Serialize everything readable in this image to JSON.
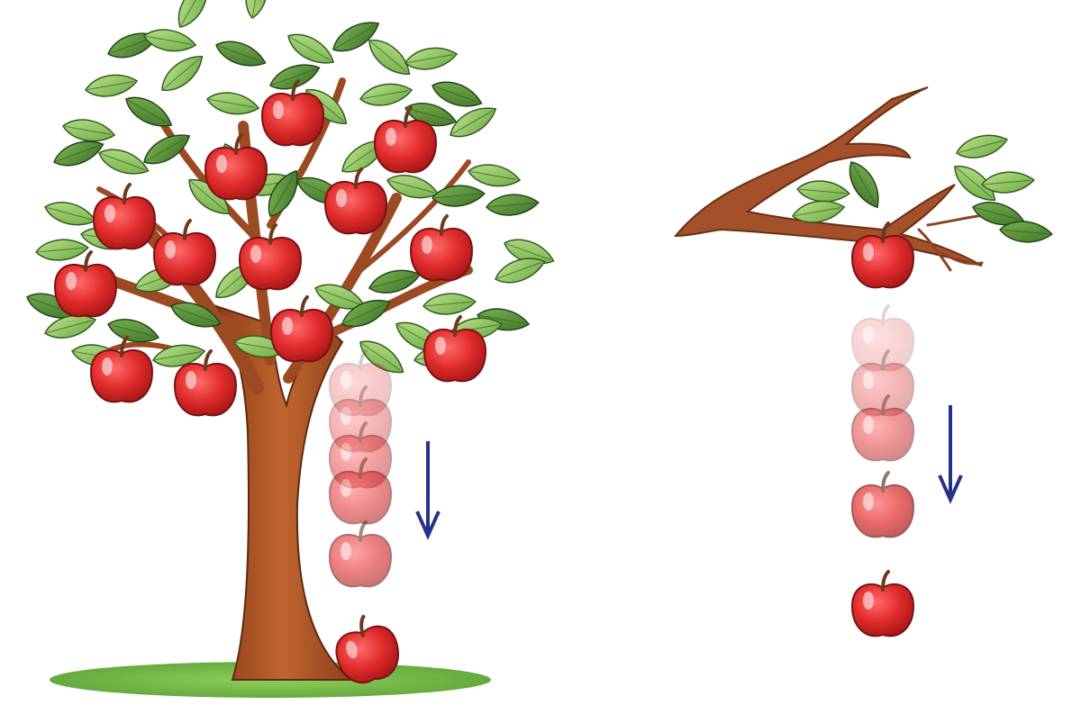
{
  "scene": {
    "subject": "apple-tree-gravity-illustration",
    "colors": {
      "apple": "#e02b2b",
      "apple_dark": "#a51717",
      "leaf_light": "#9ed26a",
      "leaf_dark": "#4f8a35",
      "trunk": "#b5582a",
      "branch": "#9b4a22",
      "grass": "#7cc04a",
      "arrow": "#27308a"
    },
    "left_panel": {
      "falling_sequence_opacities": [
        0.25,
        0.35,
        0.45,
        0.55,
        0.6
      ],
      "arrow": "down-arrow"
    },
    "right_panel": {
      "falling_sequence_opacities": [
        0.2,
        0.35,
        0.5,
        0.7,
        1.0
      ],
      "arrow": "down-arrow"
    }
  }
}
